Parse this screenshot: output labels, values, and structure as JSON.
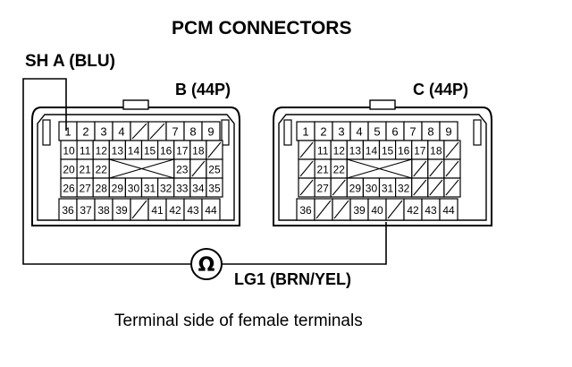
{
  "title": "PCM CONNECTORS",
  "probe_label": "SH A (BLU)",
  "ground_label": "LG1 (BRN/YEL)",
  "meter_symbol": "Ω",
  "caption": "Terminal side of female terminals",
  "connectors": [
    {
      "id": "B",
      "label": "B (44P)",
      "rows": [
        [
          "1",
          "2",
          "3",
          "4",
          "",
          "",
          "7",
          "8",
          "9"
        ],
        [
          "10",
          "11",
          "12",
          "13",
          "14",
          "15",
          "16",
          "17",
          "18",
          ""
        ],
        [
          "20",
          "21",
          "22",
          "",
          "",
          "",
          "",
          "23",
          "",
          "25"
        ],
        [
          "26",
          "27",
          "28",
          "29",
          "30",
          "31",
          "32",
          "33",
          "34",
          "35"
        ],
        [
          "36",
          "37",
          "38",
          "39",
          "",
          "41",
          "42",
          "43",
          "44"
        ]
      ],
      "blank_cells": [
        [
          0,
          4
        ],
        [
          0,
          5
        ],
        [
          1,
          9
        ],
        [
          4,
          4
        ]
      ],
      "cross_span": [
        2,
        3,
        6
      ],
      "blank_after_cross": [
        [
          2,
          8
        ]
      ]
    },
    {
      "id": "C",
      "label": "C (44P)",
      "rows": [
        [
          "1",
          "2",
          "3",
          "4",
          "5",
          "6",
          "7",
          "8",
          "9"
        ],
        [
          "",
          "11",
          "12",
          "13",
          "14",
          "15",
          "16",
          "17",
          "18",
          ""
        ],
        [
          "",
          "21",
          "22",
          "",
          "",
          "",
          "",
          "",
          "",
          ""
        ],
        [
          "",
          "27",
          "",
          "29",
          "30",
          "31",
          "32",
          "",
          "",
          ""
        ],
        [
          "36",
          "",
          "",
          "39",
          "40",
          "",
          "42",
          "43",
          "44"
        ]
      ],
      "blank_cells": [
        [
          1,
          0
        ],
        [
          1,
          9
        ],
        [
          2,
          0
        ],
        [
          2,
          7
        ],
        [
          2,
          8
        ],
        [
          2,
          9
        ],
        [
          3,
          0
        ],
        [
          3,
          2
        ],
        [
          3,
          7
        ],
        [
          3,
          8
        ],
        [
          3,
          9
        ],
        [
          4,
          1
        ],
        [
          4,
          2
        ],
        [
          4,
          5
        ]
      ],
      "cross_span": [
        2,
        3,
        6
      ],
      "blank_after_cross": []
    }
  ]
}
